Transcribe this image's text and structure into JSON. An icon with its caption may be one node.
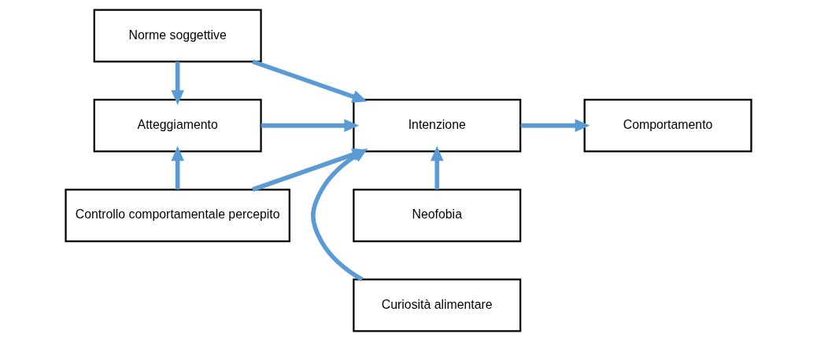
{
  "diagram": {
    "nodes": [
      {
        "text": [
          "Norme soggettive"
        ]
      },
      {
        "text": [
          "Neofobia"
        ]
      },
      {
        "text": [
          "Atteggiamento"
        ]
      },
      {
        "text": [
          "Intenzione"
        ]
      },
      {
        "text": [
          "Comportamento"
        ]
      },
      {
        "text": [
          "Controllo comportamentale percepito"
        ]
      },
      {
        "text": [
          "Curiosità alimentare"
        ]
      }
    ],
    "edges": [
      {
        "from": 0,
        "to": 2,
        "arrow": "to"
      },
      {
        "from": 0,
        "to": 3,
        "arrow": "to"
      },
      {
        "from": 1,
        "to": 3,
        "arrow": "to"
      },
      {
        "from": 2,
        "to": 3,
        "arrow": "to"
      },
      {
        "from": 3,
        "to": 4,
        "arrow": "to"
      },
      {
        "from": 5,
        "to": 2,
        "arrow": "to"
      },
      {
        "from": 5,
        "to": 3,
        "arrow": "to"
      },
      {
        "from": 6,
        "to": 3,
        "arrow": "to"
      }
    ]
  }
}
